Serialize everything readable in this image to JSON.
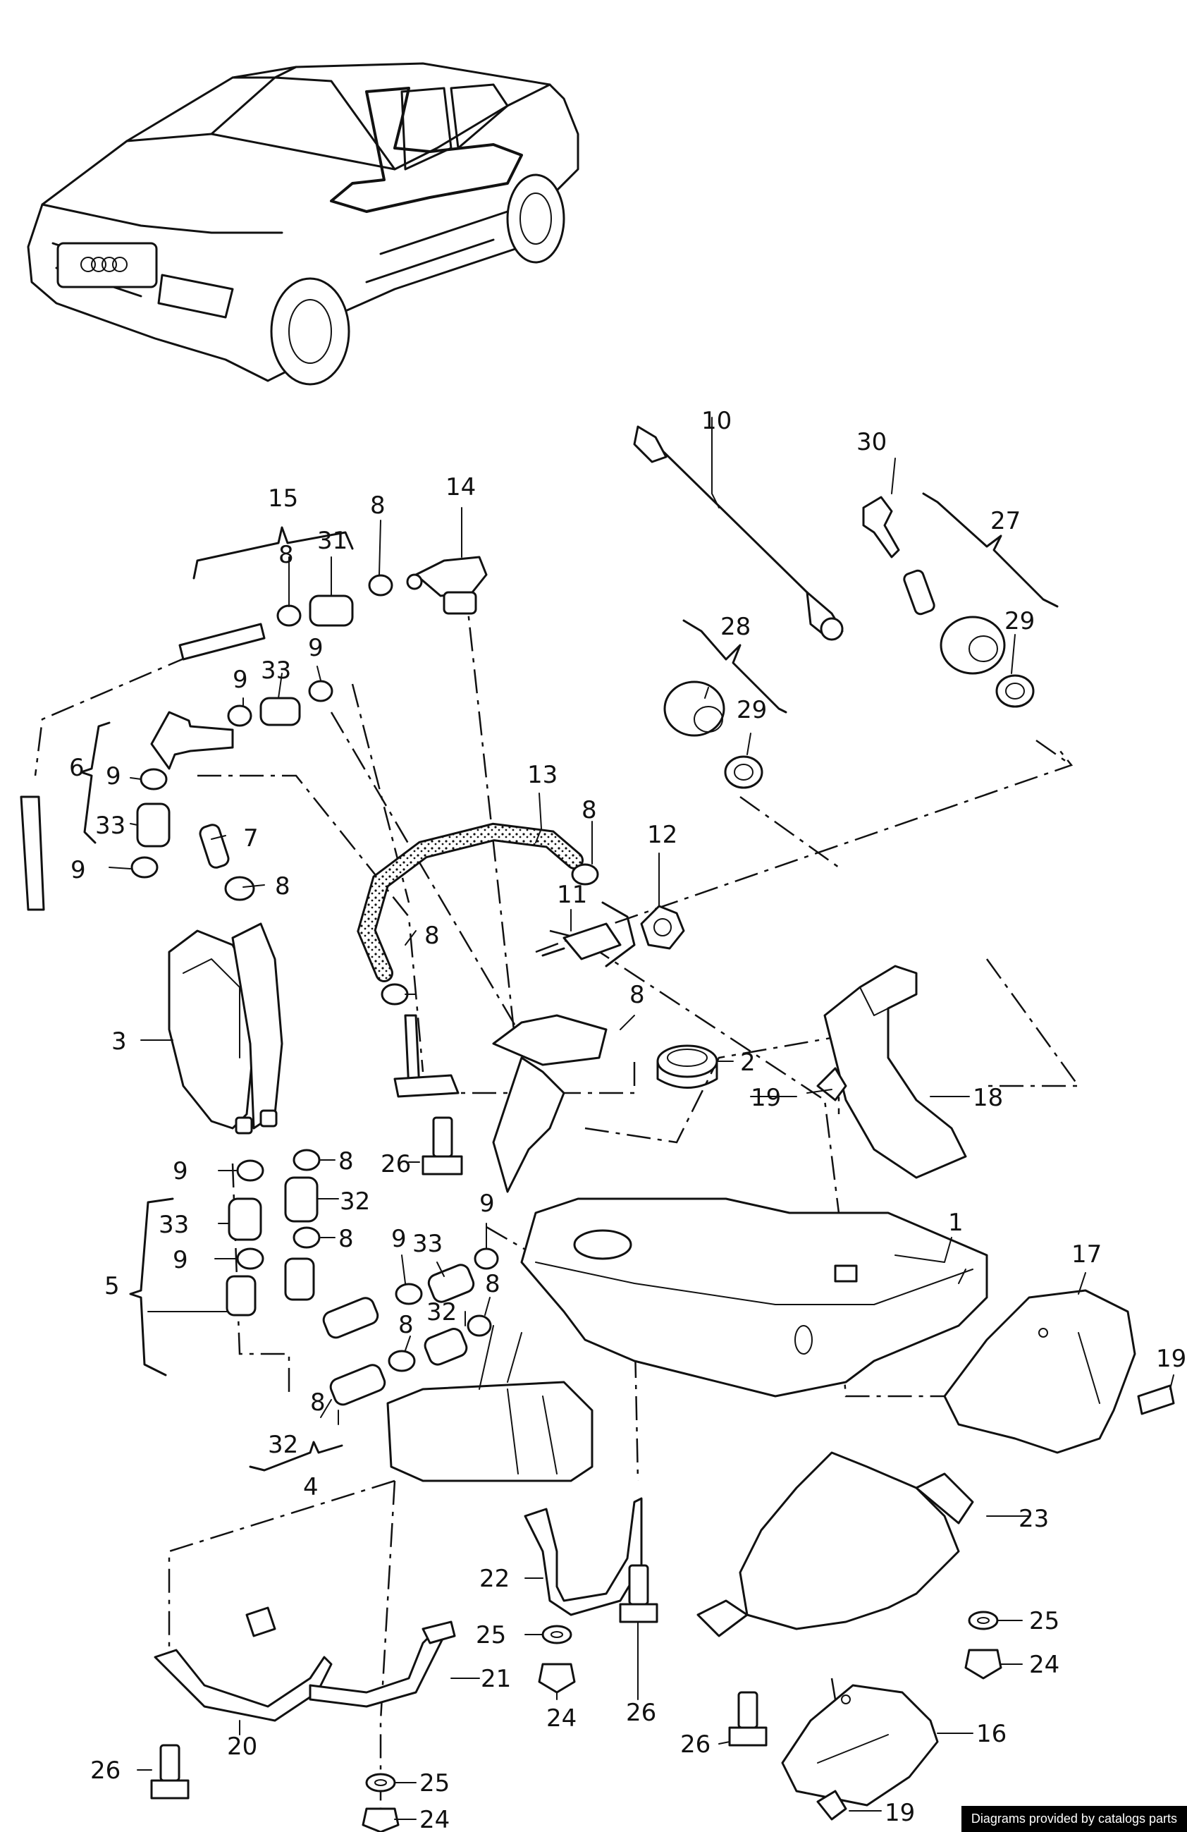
{
  "labels": {
    "l1": "1",
    "l2": "2",
    "l3": "3",
    "l4": "4",
    "l5": "5",
    "l6": "6",
    "l7": "7",
    "l8": "8",
    "l9": "9",
    "l10": "10",
    "l11": "11",
    "l12": "12",
    "l13": "13",
    "l14": "14",
    "l15": "15",
    "l16": "16",
    "l17": "17",
    "l18": "18",
    "l19": "19",
    "l20": "20",
    "l21": "21",
    "l22": "22",
    "l23": "23",
    "l24": "24",
    "l25": "25",
    "l26": "26",
    "l27": "27",
    "l28": "28",
    "l29": "29",
    "l30": "30",
    "l31": "31",
    "l32": "32",
    "l33": "33"
  },
  "credit": "Diagrams provided by catalogs parts"
}
